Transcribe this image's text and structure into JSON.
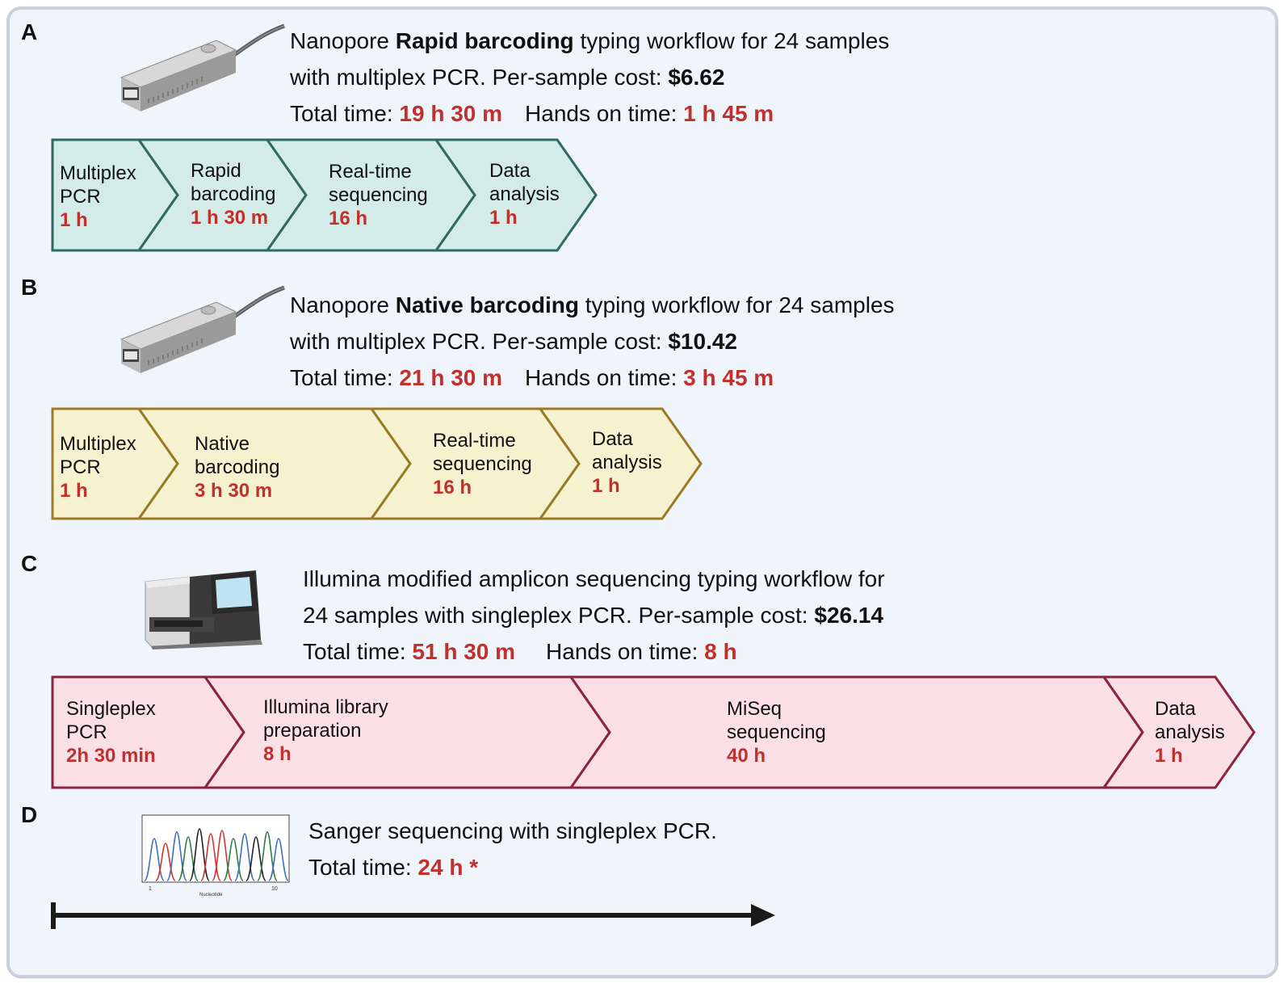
{
  "colors": {
    "A_fill": "#d4ece8",
    "A_stroke": "#2f6b5c",
    "B_fill": "#f6f1cf",
    "B_stroke": "#9c7a25",
    "C_fill": "#fae0e6",
    "C_stroke": "#8b2340",
    "highlight": "#c0302c"
  },
  "panels": {
    "A": {
      "letter": "A",
      "line1_pre": "Nanopore ",
      "line1_bold": "Rapid barcoding",
      "line1_post": " typing workflow for 24 samples",
      "line2_pre": "with multiplex PCR. Per-sample cost: ",
      "line2_bold": "$6.62",
      "total_label": "Total time: ",
      "total_value": "19 h 30 m",
      "hands_label": "Hands on time: ",
      "hands_value": "1 h 45 m",
      "steps": [
        {
          "name1": "Multiplex",
          "name2": "PCR",
          "dur": "1 h"
        },
        {
          "name1": "Rapid",
          "name2": "barcoding",
          "dur": "1 h 30 m"
        },
        {
          "name1": "Real-time",
          "name2": "sequencing",
          "dur": "16 h"
        },
        {
          "name1": "Data",
          "name2": "analysis",
          "dur": "1 h"
        }
      ]
    },
    "B": {
      "letter": "B",
      "line1_pre": "Nanopore ",
      "line1_bold": "Native barcoding",
      "line1_post": " typing workflow for 24 samples",
      "line2_pre": "with multiplex PCR.  Per-sample cost: ",
      "line2_bold": "$10.42",
      "total_label": "Total time: ",
      "total_value": "21 h 30 m",
      "hands_label": "Hands on time: ",
      "hands_value": "3 h 45 m",
      "steps": [
        {
          "name1": "Multiplex",
          "name2": "PCR",
          "dur": "1 h"
        },
        {
          "name1": "Native",
          "name2": "barcoding",
          "dur": "3 h 30 m"
        },
        {
          "name1": "Real-time",
          "name2": "sequencing",
          "dur": "16 h"
        },
        {
          "name1": "Data",
          "name2": "analysis",
          "dur": "1 h"
        }
      ]
    },
    "C": {
      "letter": "C",
      "line1": "Illumina modified amplicon sequencing typing workflow for",
      "line2_pre": "24 samples with singleplex PCR. Per-sample cost: ",
      "line2_bold": "$26.14",
      "total_label": "Total time: ",
      "total_value": "51 h 30 m",
      "hands_label": "Hands on time: ",
      "hands_value": "8 h",
      "steps": [
        {
          "name1": "Singleplex",
          "name2": "PCR",
          "dur": "2h 30 min"
        },
        {
          "name1": "Illumina library",
          "name2": "preparation",
          "dur": "8 h"
        },
        {
          "name1": "MiSeq",
          "name2": "sequencing",
          "dur": "40 h"
        },
        {
          "name1": "Data",
          "name2": "analysis",
          "dur": "1 h"
        }
      ]
    },
    "D": {
      "letter": "D",
      "line1": "Sanger sequencing with singleplex PCR.",
      "total_label": "Total time: ",
      "total_value": "24 h *",
      "chromatogram": {
        "x_start": "1",
        "x_end": "10",
        "xlabel": "Nucleotide"
      }
    }
  },
  "icons": {
    "A_device": "nanopore-minion-icon",
    "B_device": "nanopore-minion-icon",
    "C_device": "miseq-sequencer-icon",
    "D_chart": "chromatogram-icon"
  }
}
